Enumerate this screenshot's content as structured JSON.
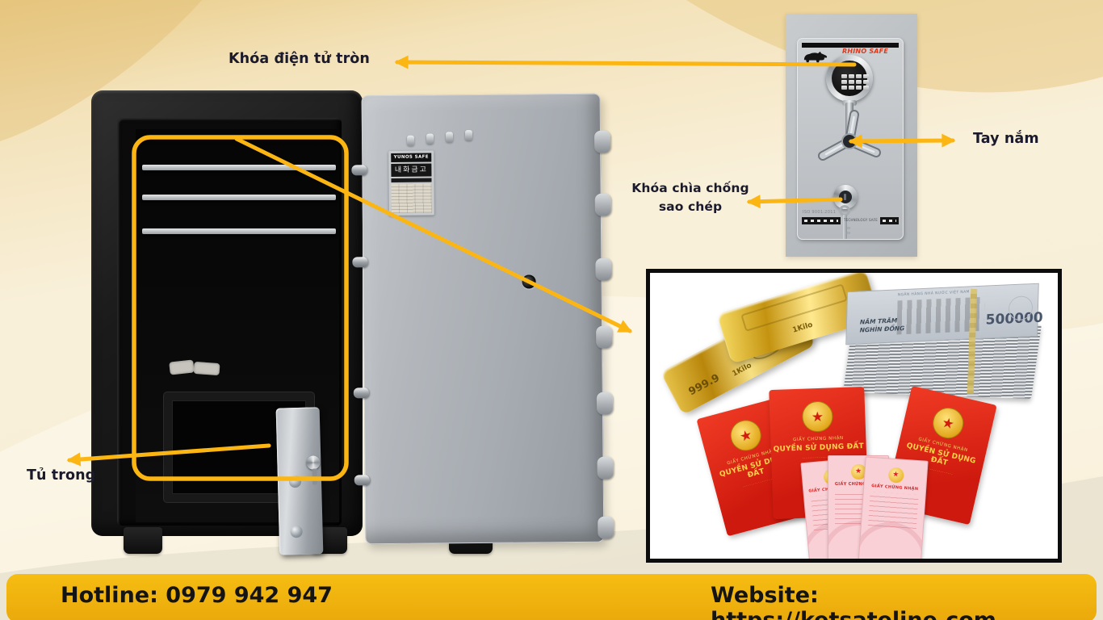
{
  "annotations": {
    "electronic_lock": "Khóa điện tử tròn",
    "handle": "Tay nắm",
    "key_lock_line1": "Khóa chìa chống",
    "key_lock_line2": "sao chép",
    "inner_cabinet": "Tủ trong"
  },
  "footer": {
    "hotline": "Hotline: 0979 942 947",
    "website": "Website: https://ketsateline.com"
  },
  "closeup": {
    "brand": "RHINO SAFE",
    "iso_text": "ISO 9001:2011",
    "plate_text": "TECHNOLOGY SAFE"
  },
  "door_plate": {
    "brand": "YUNOS SAFE",
    "korean": "내화금고"
  },
  "valuables": {
    "gold_purity": "999.9",
    "gold_weight": "1Kilo",
    "banknote_header": "NGÂN HÀNG NHÀ NƯỚC VIỆT NAM",
    "banknote_line1": "NĂM TRĂM",
    "banknote_line2": "NGHÌN ĐỒNG",
    "banknote_value": "500000",
    "red_book_title": "GIẤY CHỨNG NHẬN",
    "red_book_subtitle": "QUYỀN SỬ DỤNG ĐẤT",
    "pink_book_title": "GIẤY CHỨNG NHẬN",
    "emblem_star": "★"
  },
  "colors": {
    "arrow": "#FBB614",
    "footer_bar": "#F2B30E",
    "brand_red": "#D93A1F",
    "label_text": "#1A1A2C",
    "red_book": "#DC2112",
    "pink_book": "#F8D0D6"
  }
}
